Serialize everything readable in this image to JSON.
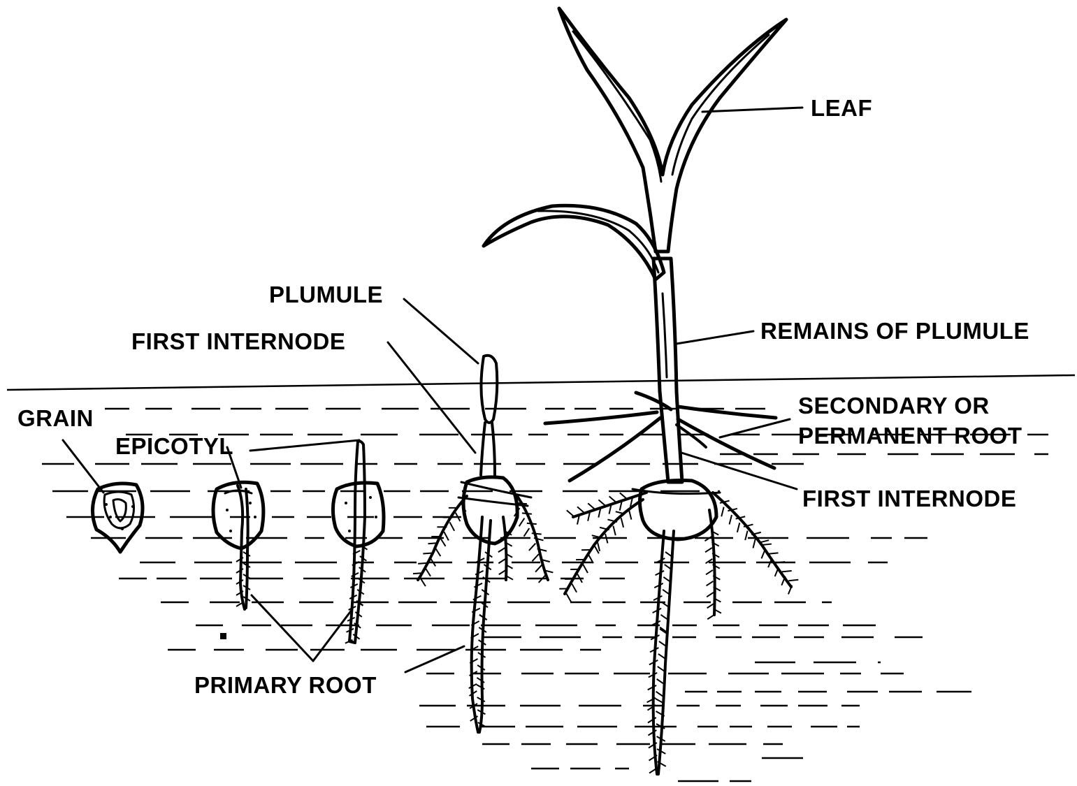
{
  "labels": {
    "leaf": "LEAF",
    "remains_of_plumule": "REMAINS OF PLUMULE",
    "secondary_root_line1": "SECONDARY OR",
    "secondary_root_line2": "PERMANENT ROOT",
    "first_internode_right": "FIRST INTERNODE",
    "plumule": "PLUMULE",
    "first_internode_left": "FIRST INTERNODE",
    "grain": "GRAIN",
    "epicotyl": "EPICOTYL",
    "primary_root": "PRIMARY ROOT"
  },
  "stages": [
    "grain",
    "sprouting-grain",
    "epicotyl-seedling",
    "plumule-seedling",
    "mature-seedling"
  ]
}
